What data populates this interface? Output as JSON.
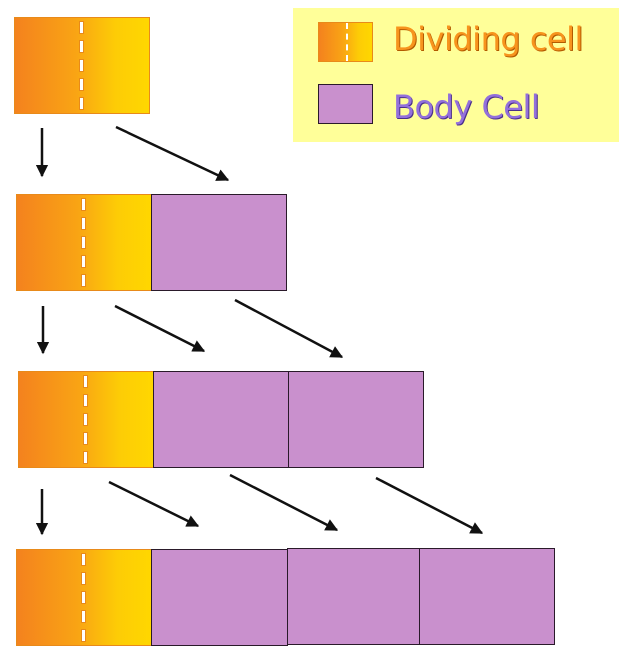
{
  "legend": {
    "dividing_label": "Dividing cell",
    "body_label": "Body Cell"
  },
  "colors": {
    "dividing_start": "#f4821e",
    "dividing_end": "#ffd700",
    "body": "#c990cd",
    "legend_bg": "#ffff99",
    "dividing_text": "#f7941d",
    "body_text": "#9370db"
  },
  "rows": [
    {
      "dividing_cells": 1,
      "body_cells": 0
    },
    {
      "dividing_cells": 1,
      "body_cells": 1
    },
    {
      "dividing_cells": 1,
      "body_cells": 2
    },
    {
      "dividing_cells": 1,
      "body_cells": 3
    }
  ]
}
